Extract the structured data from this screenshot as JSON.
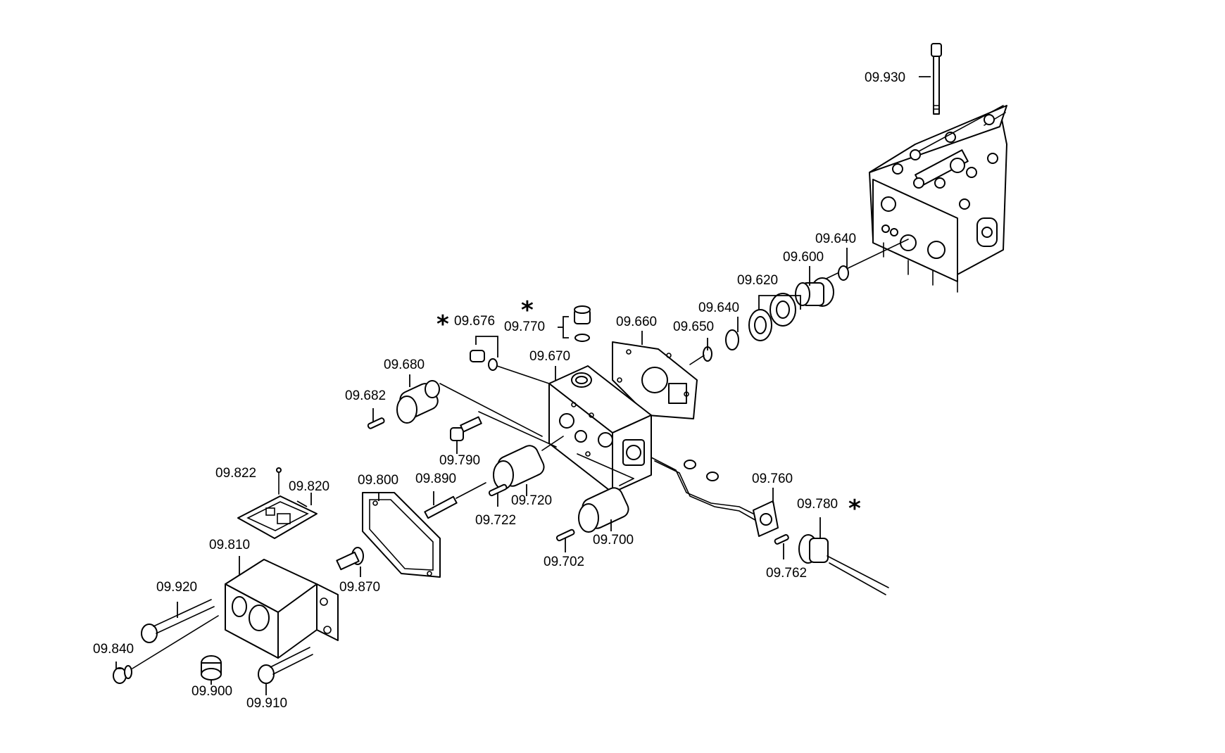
{
  "diagram": {
    "labels": {
      "p09930": "09.930",
      "p09640a": "09.640",
      "p09600": "09.600",
      "p09620": "09.620",
      "p09640b": "09.640",
      "p09650": "09.650",
      "p09660": "09.660",
      "p09770": "09.770",
      "p09676": "09.676",
      "p09670": "09.670",
      "p09680": "09.680",
      "p09682": "09.682",
      "p09790": "09.790",
      "p09720": "09.720",
      "p09722": "09.722",
      "p09890": "09.890",
      "p09800": "09.800",
      "p09822": "09.822",
      "p09820": "09.820",
      "p09700": "09.700",
      "p09702": "09.702",
      "p09760": "09.760",
      "p09762": "09.762",
      "p09780": "09.780",
      "p09810": "09.810",
      "p09870": "09.870",
      "p09920": "09.920",
      "p09840": "09.840",
      "p09900": "09.900",
      "p09910": "09.910"
    },
    "asterisk": "*"
  }
}
